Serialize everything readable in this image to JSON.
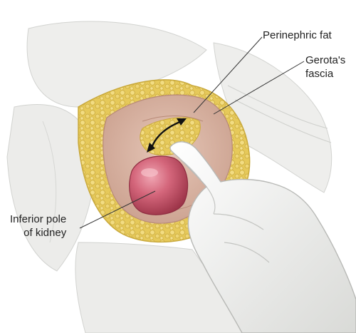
{
  "labels": {
    "perinephric_fat": "Perinephric fat",
    "gerotas_fascia": [
      "Gerota's",
      "fascia"
    ],
    "inferior_pole": [
      "Inferior pole",
      "of kidney"
    ]
  },
  "colors": {
    "drape": "#f1f1ef",
    "drape_shadow": "#d7d8d6",
    "fat": "#e9cf63",
    "fat_dark": "#c9a93c",
    "fascia": "#d9b7a8",
    "kidney": "#c9566b",
    "kidney_highlight": "#f0a6b3",
    "glove": "#f3f3f1",
    "glove_shadow": "#cfd0cd",
    "leader_line": "#333333"
  },
  "icons": {
    "motion_arrow": "double-headed-curved-arrow-icon"
  }
}
